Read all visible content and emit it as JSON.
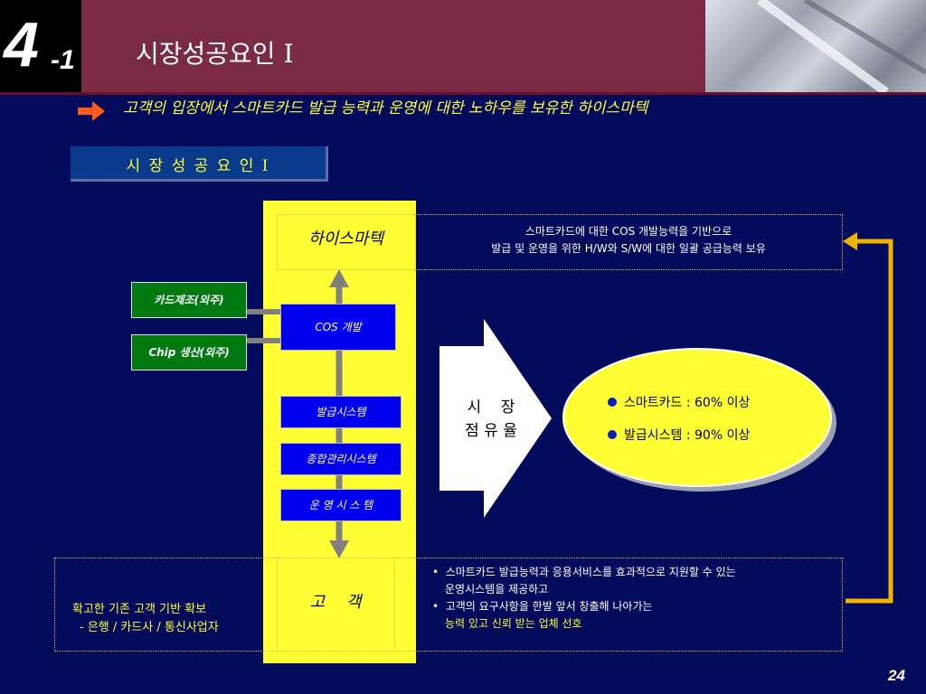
{
  "header": {
    "chapter_number": "4",
    "chapter_sub": "-1",
    "title": "시장성공요인 I"
  },
  "subtitle": "고객의 입장에서  스마트카드 발급 능력과 운영에 대한 노하우를 보유한 하이스마텍",
  "section_tag": "시 장 성 공 요 인 I",
  "diagram": {
    "company_label": "하이스마텍",
    "company_desc_line1": "스마트카드에 대한 COS 개발능력을 기반으로",
    "company_desc_line2": "발급 및 운영을 위한 H/W와 S/W에 대한 일괄 공급능력 보유",
    "outsource_1": "카드제조(외주)",
    "outsource_2": "Chip 생산(외주)",
    "box_cos": "COS 개발",
    "box_issue": "발급시스템",
    "box_mgmt": "종합관리시스템",
    "box_ops": "운 영 시 스 템",
    "customer_label": "고 객",
    "market_line1": "시    장",
    "market_line2": "점 유 율",
    "share_1": "스마트카드  : 60% 이상",
    "share_2": "발급시스템  : 90% 이상",
    "left_desc_line1": "확고한 기존 고객 기반 확보",
    "left_desc_line2": "- 은행 / 카드사 / 통신사업자",
    "right_bullet_1a": "스마트카드 발급능력과 응용서비스를 효과적으로 지원할 수 있는",
    "right_bullet_1b": "운영시스템을 제공하고",
    "right_bullet_2a": "고객의 요구사항을 한발 앞서 창출해 나아가는",
    "right_bullet_2b": "능력 있고 신뢰 받는 업체 선호"
  },
  "page_number": "24",
  "colors": {
    "background": "#020a5c",
    "header_band": "#7a2a44",
    "highlight_yellow": "#ffff33",
    "box_blue": "#0000ee",
    "box_green": "#007a10",
    "arrow_orange": "#f0b400"
  }
}
